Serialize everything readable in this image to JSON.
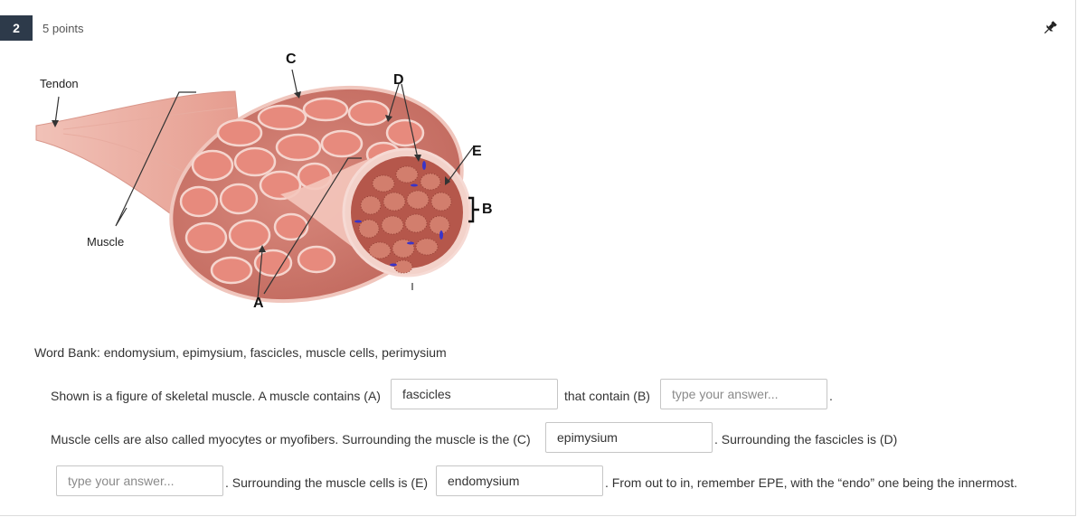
{
  "question": {
    "number": "2",
    "points": "5 points"
  },
  "figure": {
    "labels": {
      "tendon": "Tendon",
      "muscle": "Muscle",
      "a": "A",
      "b": "B",
      "c": "C",
      "d": "D",
      "e": "E"
    }
  },
  "word_bank": "Word Bank:  endomysium, epimysium, fascicles, muscle cells, perimysium",
  "text": {
    "t1": "Shown is a figure of skeletal muscle. A muscle contains (A)",
    "t2": "that contain (B)",
    "t3": ".",
    "t4": "Muscle cells are also called myocytes or myofibers. Surrounding the muscle is the (C)",
    "t5": ". Surrounding the fascicles is (D)",
    "t6": ". Surrounding the muscle cells is (E)",
    "t7": ". From out to in, remember EPE, with the “endo” one being the innermost."
  },
  "inputs": {
    "a": {
      "value": "fascicles",
      "placeholder": "type your answer..."
    },
    "b": {
      "value": "",
      "placeholder": "type your answer..."
    },
    "c": {
      "value": "epimysium",
      "placeholder": "type your answer..."
    },
    "d": {
      "value": "",
      "placeholder": "type your answer..."
    },
    "e": {
      "value": "endomysium",
      "placeholder": "type your answer..."
    }
  },
  "icons": {
    "pin": "pin-icon"
  }
}
